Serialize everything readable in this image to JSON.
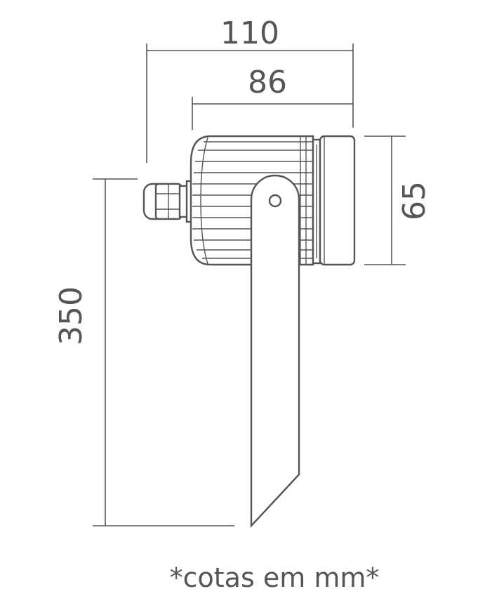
{
  "dimensions": {
    "overall_width": "110",
    "body_width": "86",
    "head_height": "65",
    "overall_height": "350"
  },
  "note": "*cotas em mm*",
  "colors": {
    "line": "#555555",
    "background": "#ffffff"
  }
}
